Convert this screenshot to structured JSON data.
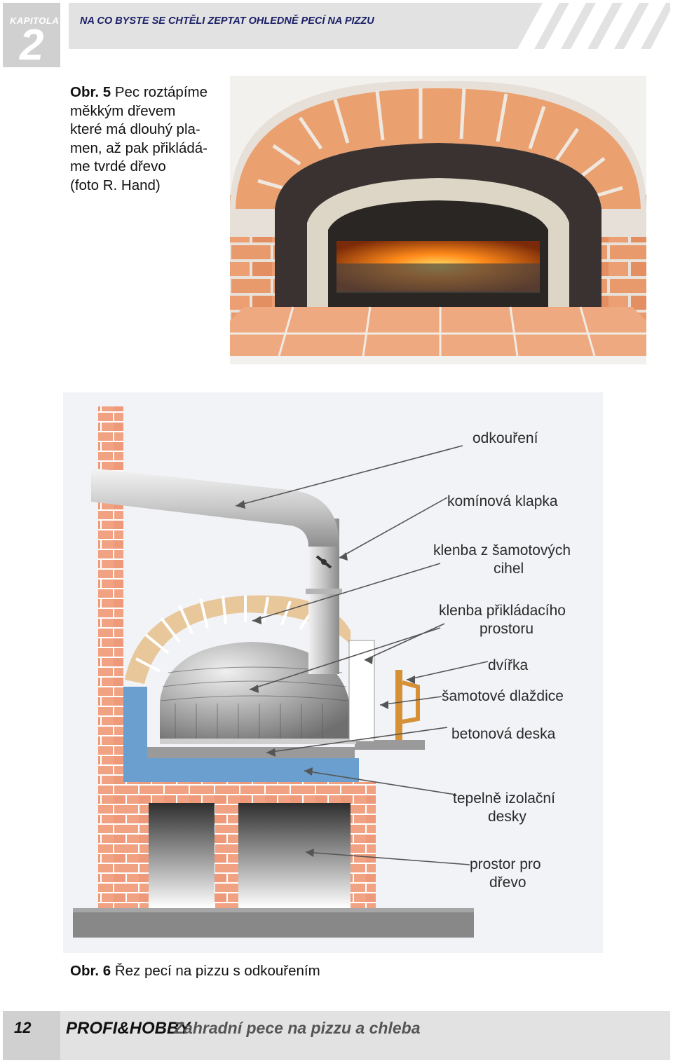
{
  "header": {
    "kapitola_label": "KAPITOLA",
    "kapitola_number": "2",
    "title": "NA CO BYSTE SE CHTĚLI ZEPTAT OHLEDNĚ PECÍ NA PIZZU"
  },
  "figure5": {
    "label": "Obr.",
    "number": "5",
    "caption_lines": [
      "Pec roztápíme",
      "měkkým dřevem",
      "které má dlouhý pla-",
      "men, až pak přikládá-",
      "me tvrdé dřevo",
      "(foto R. Hand)"
    ]
  },
  "figure6": {
    "label": "Obr.",
    "number": "6",
    "caption": "Řez pecí na pizzu s odkouřením",
    "labels": {
      "odkoureni": "odkouření",
      "klapka": "komínová klapka",
      "klenba_samot_1": "klenba z šamotových",
      "klenba_samot_2": "cihel",
      "klenba_prikl_1": "klenba přikládacího",
      "klenba_prikl_2": "prostoru",
      "dvirka": "dvířka",
      "dlazdice": "šamotové dlaždice",
      "deska": "betonová deska",
      "izolace_1": "tepelně izolační",
      "izolace_2": "desky",
      "drevo_1": "prostor pro",
      "drevo_2": "dřevo"
    }
  },
  "footer": {
    "page_number": "12",
    "brand": "PROFI&HOBBY",
    "subtitle": "Zahradní pece na pizzu a chleba"
  },
  "colors": {
    "header_bar": "#e2e2e2",
    "box_gray": "#d0d0d0",
    "title_navy": "#1b1f66",
    "brick": "#f0a382",
    "brick_dark": "#e07f5f",
    "insulation_blue": "#6b9fcf",
    "dome_gray": "#9a9a9a"
  }
}
